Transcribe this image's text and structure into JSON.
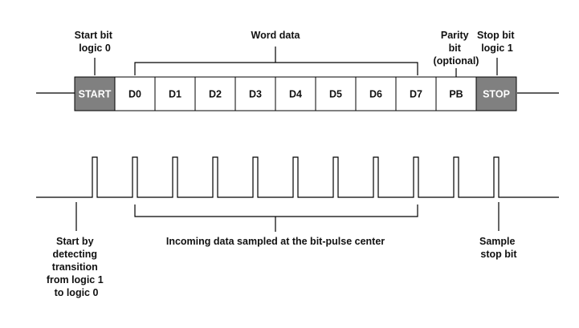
{
  "labels": {
    "start_bit": [
      "Start bit",
      "logic 0"
    ],
    "word_data": "Word data",
    "parity_bit": [
      "Parity",
      "bit",
      "(optional)"
    ],
    "stop_bit": [
      "Stop bit",
      "logic 1"
    ],
    "start_detect": [
      "Start by",
      "detecting",
      "transition",
      "from logic 1",
      "to logic 0"
    ],
    "sampled": "Incoming data sampled at the bit-pulse center",
    "sample_stop": [
      "Sample",
      "stop bit"
    ]
  },
  "frame": {
    "cells": [
      {
        "label": "START",
        "shaded": true
      },
      {
        "label": "D0",
        "shaded": false
      },
      {
        "label": "D1",
        "shaded": false
      },
      {
        "label": "D2",
        "shaded": false
      },
      {
        "label": "D3",
        "shaded": false
      },
      {
        "label": "D4",
        "shaded": false
      },
      {
        "label": "D5",
        "shaded": false
      },
      {
        "label": "D6",
        "shaded": false
      },
      {
        "label": "D7",
        "shaded": false
      },
      {
        "label": "PB",
        "shaded": false
      },
      {
        "label": "STOP",
        "shaded": true
      }
    ]
  },
  "colors": {
    "shaded_fill": "#808080",
    "shaded_text": "#ffffff",
    "cell_fill": "#ffffff",
    "line": "#000000"
  }
}
